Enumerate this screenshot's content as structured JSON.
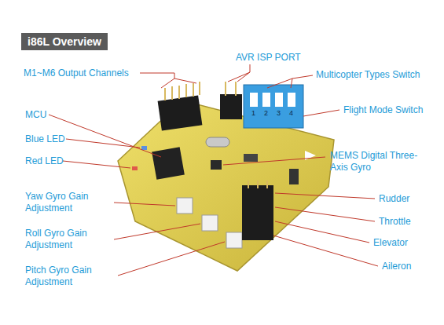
{
  "diagram": {
    "title": "i86L Overview",
    "labels": [
      "M1~M6 Output Channels",
      "AVR ISP PORT",
      "Multicopter Types Switch",
      "Flight Mode Switch",
      "MCU",
      "Blue LED",
      "Red LED",
      "MEMS Digital Three-Axis Gyro",
      "Rudder",
      "Throttle",
      "Elevator",
      "Aileron",
      "Yaw Gyro Gain Adjustment",
      "Roll Gyro Gain Adjustment",
      "Pitch Gyro Gain Adjustment",
      "1",
      "2",
      "3",
      "4"
    ]
  }
}
